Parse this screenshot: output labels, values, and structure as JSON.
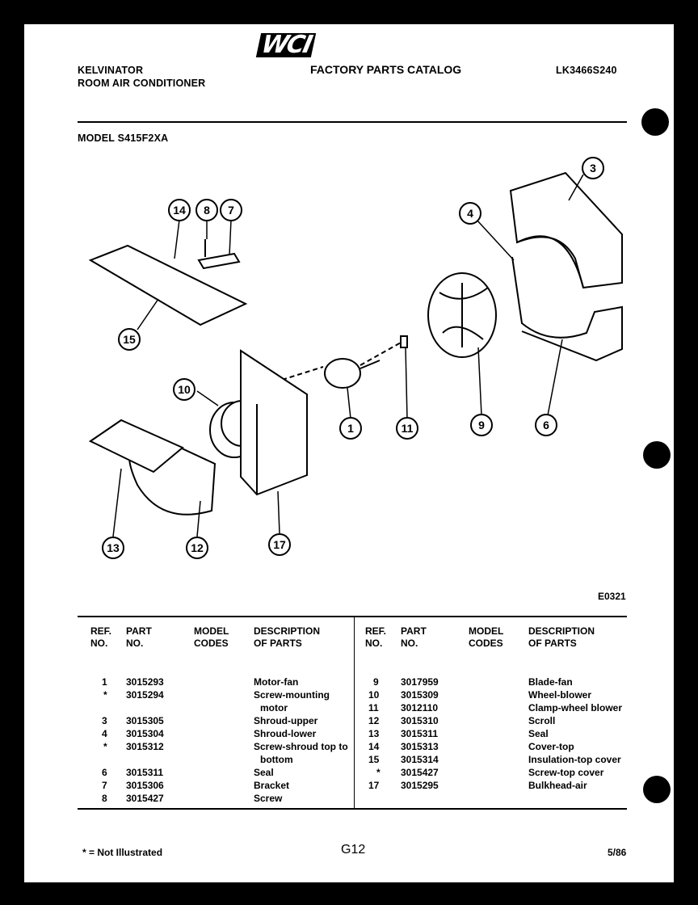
{
  "header": {
    "brand": "KELVINATOR",
    "product": "ROOM AIR CONDITIONER",
    "logo_text": "WCI",
    "catalog_title": "FACTORY PARTS CATALOG",
    "catalog_number": "LK3466S240",
    "model": "MODEL S415F2XA"
  },
  "diagram": {
    "code": "E0321",
    "callouts": [
      "14",
      "8",
      "7",
      "15",
      "3",
      "4",
      "10",
      "1",
      "11",
      "9",
      "6",
      "13",
      "12",
      "17"
    ]
  },
  "table": {
    "headers": {
      "ref": [
        "REF.",
        "NO."
      ],
      "part": [
        "PART",
        "NO."
      ],
      "model": [
        "MODEL",
        "CODES"
      ],
      "desc": [
        "DESCRIPTION",
        "OF PARTS"
      ]
    },
    "left": [
      {
        "ref": "1",
        "part": "3015293",
        "desc": "Motor-fan"
      },
      {
        "ref": "*",
        "part": "3015294",
        "desc": "Screw-mounting"
      },
      {
        "ref": "",
        "part": "",
        "desc": "motor"
      },
      {
        "ref": "3",
        "part": "3015305",
        "desc": "Shroud-upper"
      },
      {
        "ref": "4",
        "part": "3015304",
        "desc": "Shroud-lower"
      },
      {
        "ref": "*",
        "part": "3015312",
        "desc": "Screw-shroud top to"
      },
      {
        "ref": "",
        "part": "",
        "desc": "bottom"
      },
      {
        "ref": "6",
        "part": "3015311",
        "desc": "Seal"
      },
      {
        "ref": "7",
        "part": "3015306",
        "desc": "Bracket"
      },
      {
        "ref": "8",
        "part": "3015427",
        "desc": "Screw"
      }
    ],
    "right": [
      {
        "ref": "9",
        "part": "3017959",
        "desc": "Blade-fan"
      },
      {
        "ref": "10",
        "part": "3015309",
        "desc": "Wheel-blower"
      },
      {
        "ref": "11",
        "part": "3012110",
        "desc": "Clamp-wheel blower"
      },
      {
        "ref": "12",
        "part": "3015310",
        "desc": "Scroll"
      },
      {
        "ref": "13",
        "part": "3015311",
        "desc": "Seal"
      },
      {
        "ref": "14",
        "part": "3015313",
        "desc": "Cover-top"
      },
      {
        "ref": "15",
        "part": "3015314",
        "desc": "Insulation-top cover"
      },
      {
        "ref": "*",
        "part": "3015427",
        "desc": "Screw-top cover"
      },
      {
        "ref": "17",
        "part": "3015295",
        "desc": "Bulkhead-air"
      }
    ]
  },
  "footer": {
    "note": "* = Not Illustrated",
    "page": "G12",
    "date": "5/86"
  }
}
